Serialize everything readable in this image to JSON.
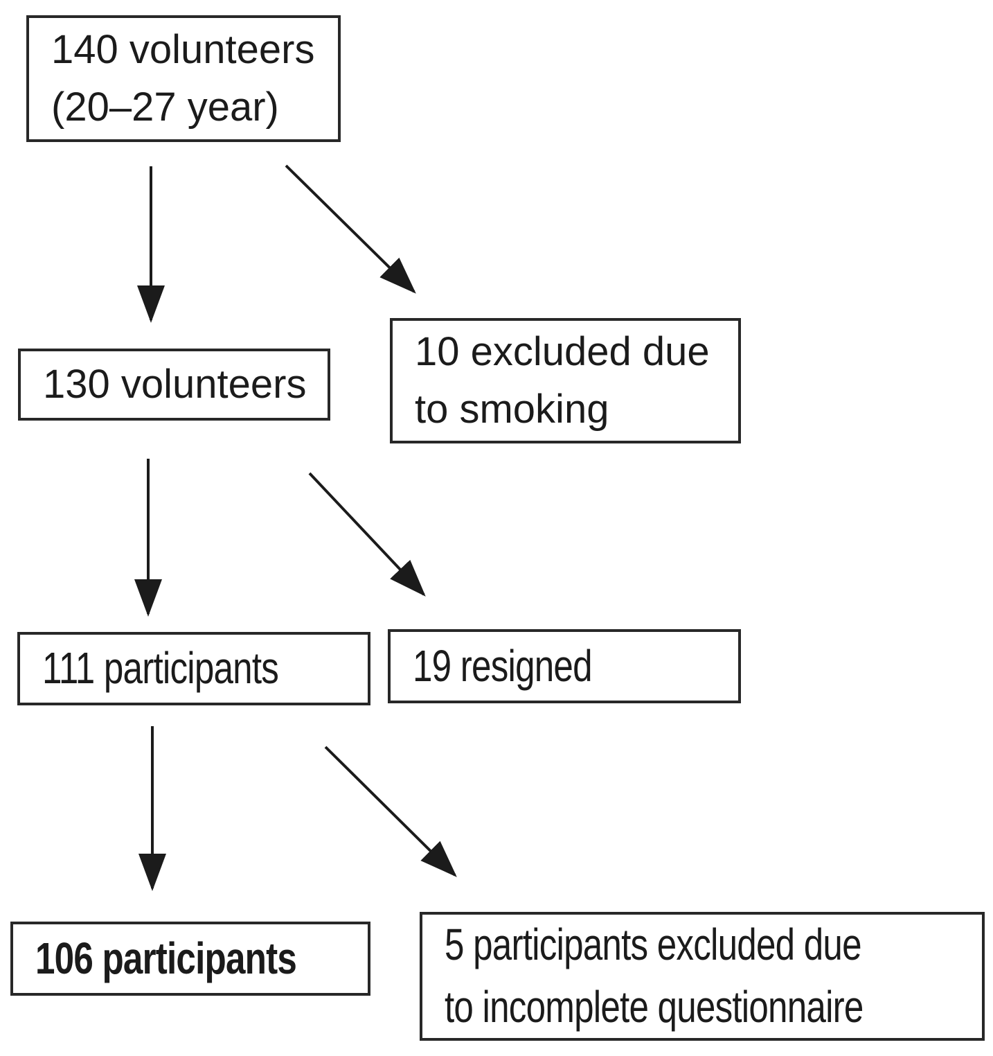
{
  "diagram": {
    "type": "flowchart",
    "nodes": {
      "volunteers_140": {
        "label": "140 volunteers\n(20–27 year)"
      },
      "volunteers_130": {
        "label": "130 volunteers"
      },
      "excluded_smoking": {
        "label": "10 excluded due\nto smoking"
      },
      "participants_111": {
        "label": "111 participants"
      },
      "resigned_19": {
        "label": "19 resigned"
      },
      "participants_106": {
        "label": "106 participants"
      },
      "excluded_questionnaire": {
        "label": "5 participants excluded due\nto incomplete questionnaire"
      }
    },
    "edges": [
      {
        "from": "volunteers_140",
        "to": "volunteers_130"
      },
      {
        "from": "volunteers_140",
        "to": "excluded_smoking"
      },
      {
        "from": "volunteers_130",
        "to": "participants_111"
      },
      {
        "from": "volunteers_130",
        "to": "resigned_19"
      },
      {
        "from": "participants_111",
        "to": "participants_106"
      },
      {
        "from": "participants_111",
        "to": "excluded_questionnaire"
      }
    ],
    "colors": {
      "text": "#1b1b1b",
      "border": "#282828",
      "background": "#ffffff"
    }
  }
}
